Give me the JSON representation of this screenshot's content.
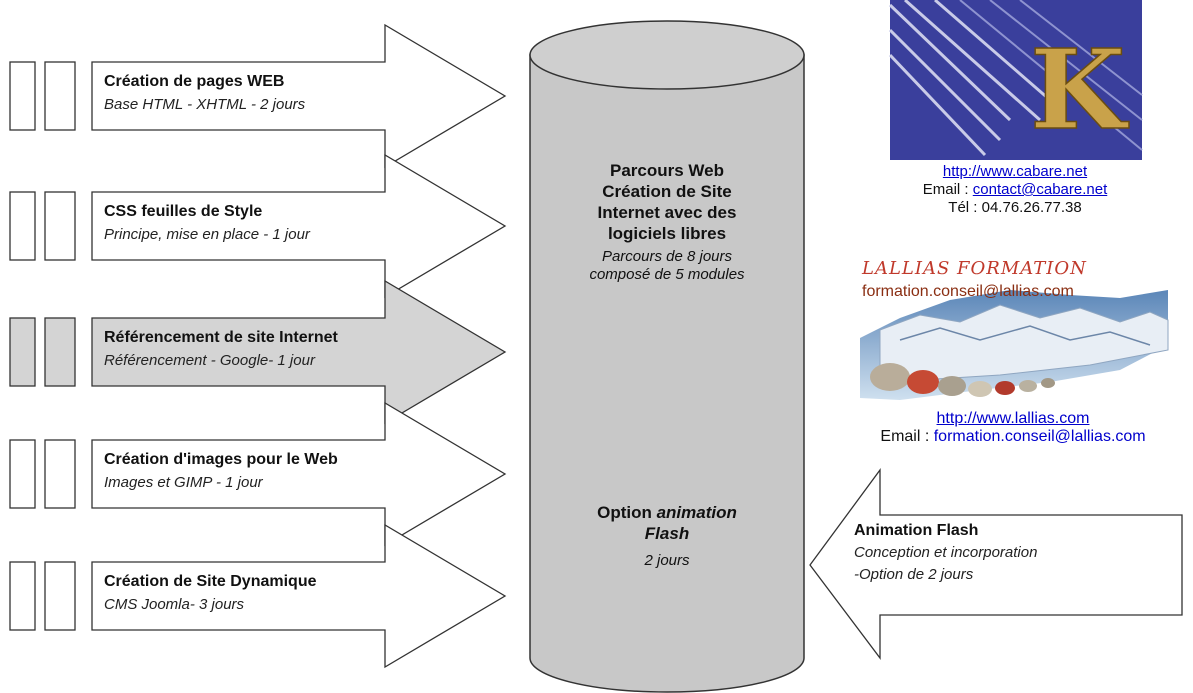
{
  "modules": [
    {
      "title": "Création de pages WEB",
      "subtitle": "Base HTML - XHTML - 2 jours",
      "highlighted": false
    },
    {
      "title": "CSS feuilles de Style",
      "subtitle": "Principe, mise en place - 1 jour",
      "highlighted": false
    },
    {
      "title": "Référencement de site Internet",
      "subtitle": "Référencement - Google- 1 jour",
      "highlighted": true
    },
    {
      "title": "Création d'images pour le Web",
      "subtitle": "Images et GIMP - 1 jour",
      "highlighted": false
    },
    {
      "title": "Création de Site Dynamique",
      "subtitle": "CMS Joomla- 3 jours",
      "highlighted": false
    }
  ],
  "cylinder": {
    "title_lines": [
      "Parcours Web",
      "Création de Site",
      "Internet avec des",
      "logiciels libres"
    ],
    "desc_lines": [
      "Parcours de 8 jours",
      "composé de 5 modules"
    ],
    "option_prefix": "Option ",
    "option_italic": "animation",
    "option_line2": "Flash",
    "option_duration": "2 jours"
  },
  "flash_module": {
    "title": "Animation Flash",
    "subtitle_lines": [
      "Conception et incorporation",
      "-Option de  2 jours"
    ]
  },
  "cabare": {
    "logo_letter": "K",
    "url": "http://www.cabare.net",
    "email_label": "Email : ",
    "email": "contact@cabare.net",
    "phone": "Tél : 04.76.26.77.38"
  },
  "lallias": {
    "logo_title": "LALLIAS FORMATION",
    "logo_email": "formation.conseil@lallias.com",
    "url": "http://www.lallias.com",
    "email_label": "Email : ",
    "email": "formation.conseil@lallias.com"
  },
  "colors": {
    "cylinder_fill": "#c8c8c8",
    "highlight_fill": "#d4d4d4",
    "outline": "#333333",
    "logo_blue": "#3a3f9c",
    "logo_title_red": "#c0392b",
    "logo_email_brown": "#8a2e12",
    "link_blue": "#0000cc"
  }
}
